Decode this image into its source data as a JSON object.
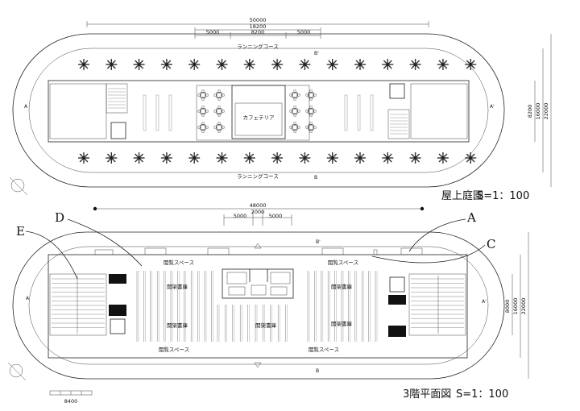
{
  "roof_plan": {
    "title": "屋上庭園",
    "scale": "S=1：100",
    "dims_top": [
      "50000",
      "18200",
      "5000",
      "8200",
      "5000"
    ],
    "dims_right": [
      "8200",
      "16000",
      "22000"
    ],
    "labels": {
      "running_course_top": "ランニングコース",
      "running_course_bottom": "ランニングコース",
      "cafeteria": "カフェテリア"
    },
    "section_marks": {
      "a": "A",
      "a_prime": "A'",
      "b": "B",
      "b_prime": "B'"
    }
  },
  "third_floor_plan": {
    "title": "3階平面図",
    "scale": "S=1：100",
    "dims_top": [
      "48000",
      "2000",
      "5000",
      "5000"
    ],
    "dims_right": [
      "8000",
      "16000",
      "22000"
    ],
    "scale_bar": "8400",
    "labels": {
      "reading_space_tl": "閲覧スペース",
      "reading_space_tr": "閲覧スペース",
      "reading_space_bl": "閲覧スペース",
      "reading_space_br": "閲覧スペース",
      "stacks_l1": "開架書庫",
      "stacks_l2": "開架書庫",
      "stacks_c": "開架書庫",
      "stacks_r1": "開架書庫",
      "stacks_r2": "開架書庫"
    },
    "section_marks": {
      "a": "A",
      "a_prime": "A'",
      "b": "B",
      "b_prime": "B'"
    }
  },
  "callouts": {
    "a": "A",
    "c": "C",
    "d": "D",
    "e": "E"
  }
}
